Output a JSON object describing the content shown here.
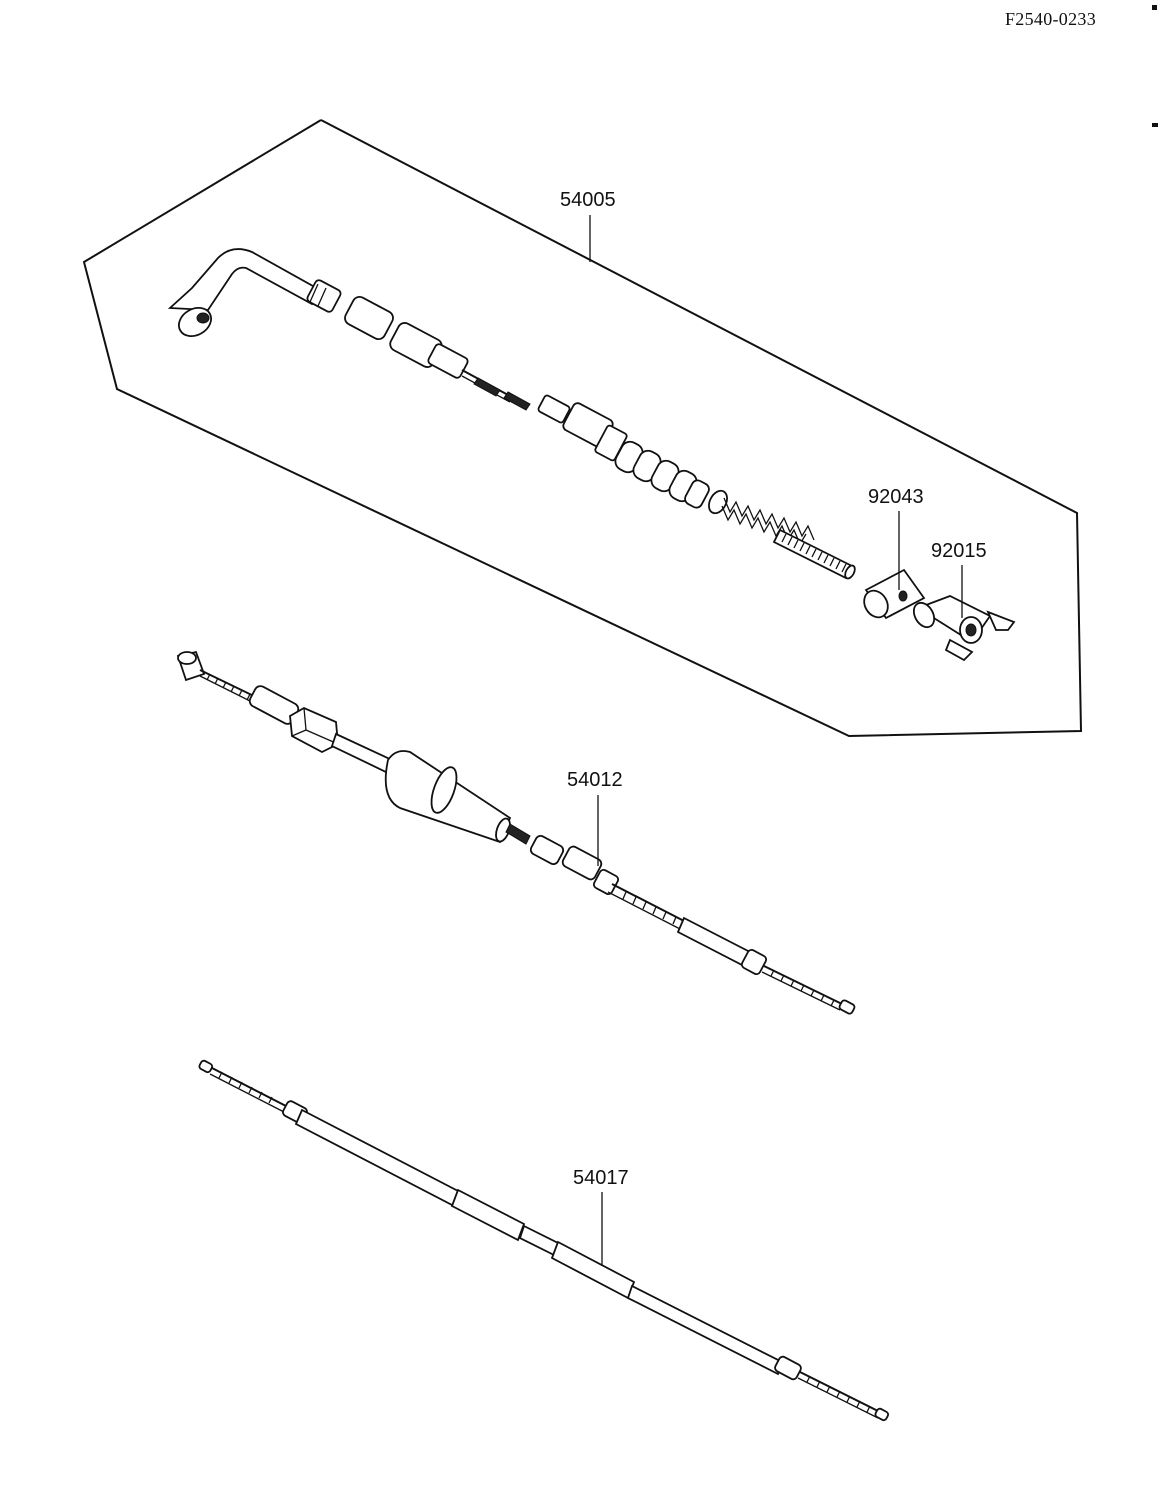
{
  "document_code": "F2540-0233",
  "callouts": {
    "c54005": "54005",
    "c92043": "92043",
    "c92015": "92015",
    "c54012": "54012",
    "c54017": "54017"
  }
}
